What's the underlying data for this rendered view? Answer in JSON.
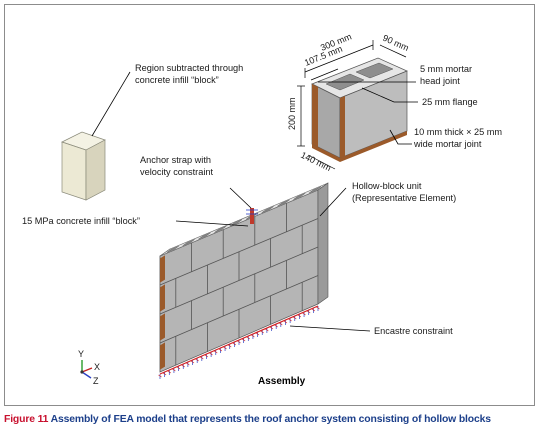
{
  "labels": {
    "region_subtracted": [
      "Region subtracted through",
      "concrete infill “block”"
    ],
    "anchor_strap": [
      "Anchor strap with",
      "velocity constraint"
    ],
    "concrete_infill": "15 MPa concrete infill “block”",
    "hollow_block_unit": [
      "Hollow-block unit",
      "(Representative Element)"
    ],
    "encastre": "Encastre constraint",
    "head_joint": [
      "5 mm mortar",
      "head joint"
    ],
    "flange": "25 mm flange",
    "bed_joint": [
      "10 mm thick × 25 mm",
      "wide mortar joint"
    ],
    "assembly": "Assembly"
  },
  "dimensions": {
    "length": "300 mm",
    "width": "90 mm",
    "cell": "107.5 mm",
    "height": "200 mm",
    "depth": "140 mm"
  },
  "axes": {
    "y": "Y",
    "x": "X",
    "z": "Z"
  },
  "caption": {
    "number": "Figure 11",
    "text": "Assembly of FEA model that represents the roof anchor system consisting of hollow blocks"
  },
  "colors": {
    "block_top": "#e6e6e6",
    "block_front": "#b5b5b5",
    "block_side": "#9a9a9a",
    "mortar": "#9b5a2a",
    "infill": "#ece9d4",
    "constraint_red": "#d42020",
    "constraint_blue": "#2b3fc4",
    "caption_blue": "#1c3f8a",
    "caption_red": "#c8102e"
  }
}
